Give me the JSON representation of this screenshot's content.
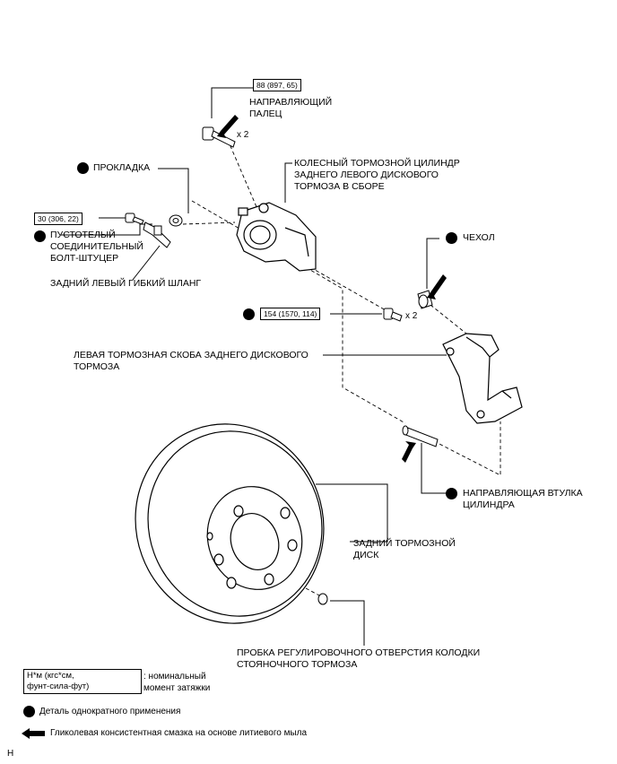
{
  "torque": {
    "guide_pin": "88 (897, 65)",
    "union_bolt": "30 (306, 22)",
    "bracket_bolt": "154 (1570, 114)"
  },
  "qty": {
    "guide_pin": "x 2",
    "bracket_bolt": "x 2"
  },
  "labels": {
    "guide_pin_l1": "НАПРАВЛЯЮЩИЙ",
    "guide_pin_l2": "ПАЛЕЦ",
    "gasket": "ПРОКЛАДКА",
    "cylinder_l1": "КОЛЕСНЫЙ ТОРМОЗНОЙ ЦИЛИНДР",
    "cylinder_l2": "ЗАДНЕГО ЛЕВОГО ДИСКОВОГО",
    "cylinder_l3": "ТОРМОЗА В СБОРЕ",
    "union_bolt_l1": "ПУСТОТЕЛЫЙ",
    "union_bolt_l2": "СОЕДИНИТЕЛЬНЫЙ",
    "union_bolt_l3": "БОЛТ-ШТУЦЕР",
    "hose": "ЗАДНИЙ ЛЕВЫЙ ГИБКИЙ ШЛАНГ",
    "boot": "ЧЕХОЛ",
    "bracket_l1": "ЛЕВАЯ ТОРМОЗНАЯ СКОБА ЗАДНЕГО ДИСКОВОГО",
    "bracket_l2": "ТОРМОЗА",
    "bushing_l1": "НАПРАВЛЯЮЩАЯ ВТУЛКА",
    "bushing_l2": "ЦИЛИНДРА",
    "disc_l1": "ЗАДНИЙ ТОРМОЗНОЙ",
    "disc_l2": "ДИСК",
    "plug_l1": "ПРОБКА РЕГУЛИРОВОЧНОГО ОТВЕРСТИЯ КОЛОДКИ",
    "plug_l2": "СТОЯНОЧНОГО ТОРМОЗА"
  },
  "legend": {
    "unit_l1": "Н*м (кгс*см,",
    "unit_l2": "фунт-сила-фут)",
    "torque_desc_l1": ": номинальный",
    "torque_desc_l2": "момент затяжки",
    "non_reusable": "Деталь однократного применения",
    "grease": "Гликолевая консистентная смазка на основе литиевого мыла"
  },
  "corner_mark": "H"
}
